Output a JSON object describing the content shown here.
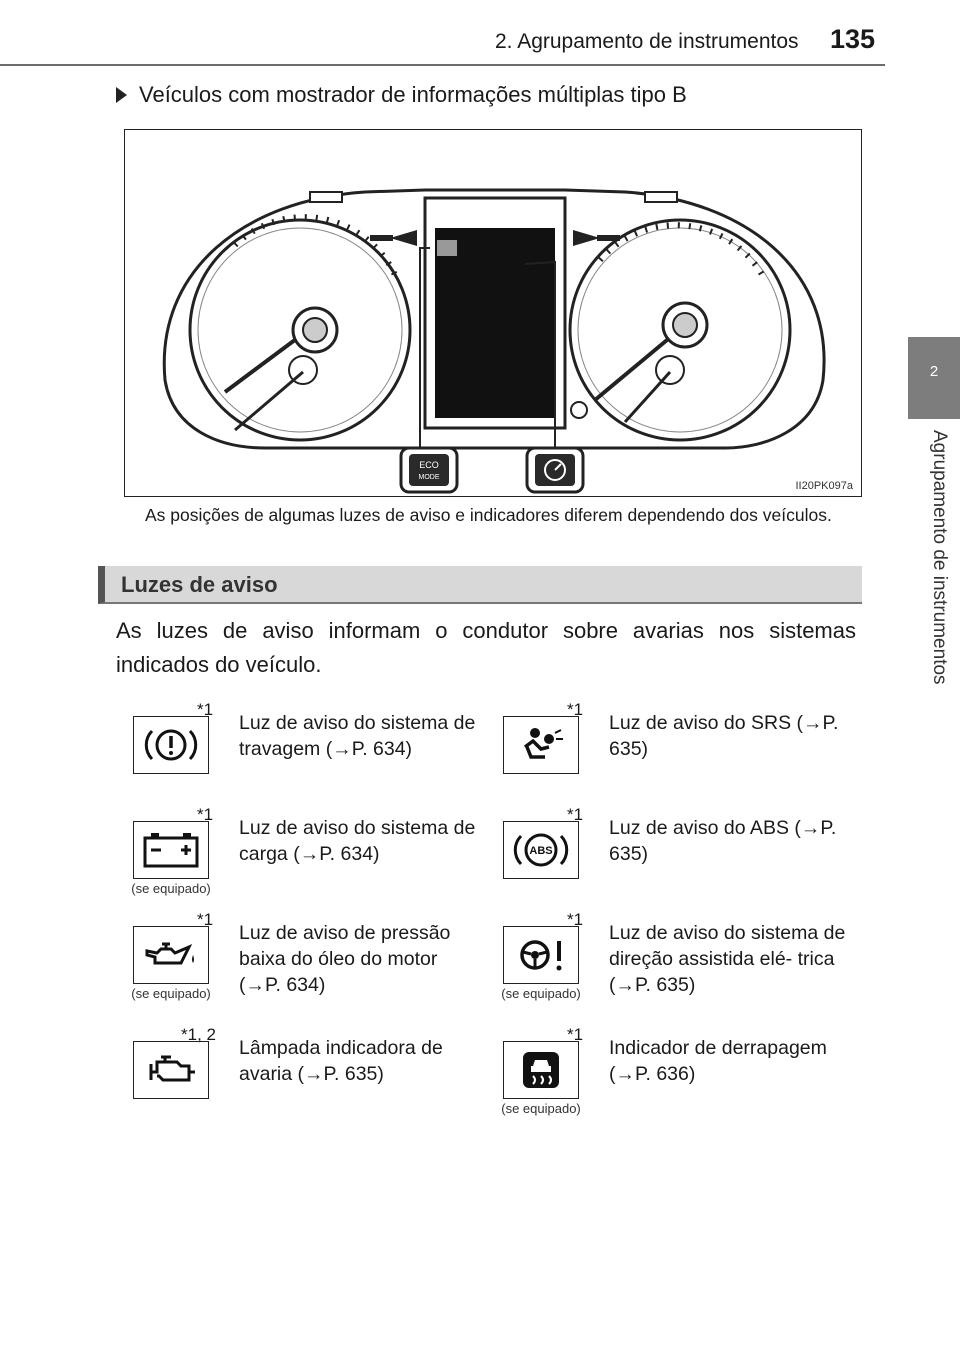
{
  "header": {
    "title": "2. Agrupamento de instrumentos",
    "page_number": "135"
  },
  "side_tab": {
    "number": "2",
    "label": "Agrupamento de instrumentos"
  },
  "section": {
    "heading": "Veículos com mostrador de informações múltiplas tipo B"
  },
  "figure": {
    "code": "II20PK097a",
    "button_left": "ECO MODE",
    "caption": "As posições de algumas luzes de aviso e indicadores diferem dependendo dos veículos."
  },
  "banner": {
    "title": "Luzes de aviso"
  },
  "intro": "As luzes de aviso informam o condutor sobre avarias nos sistemas indicados do veículo.",
  "warnings": [
    {
      "icon": "brake-warning-icon",
      "note": "*1",
      "equipped": "",
      "text": "Luz de aviso do sistema de travagem (→P. 634)"
    },
    {
      "icon": "srs-airbag-icon",
      "note": "*1",
      "equipped": "",
      "text": "Luz de aviso do SRS (→P. 635)"
    },
    {
      "icon": "battery-icon",
      "note": "*1",
      "equipped": "(se equipado)",
      "text": "Luz de aviso do sistema de carga (→P. 634)"
    },
    {
      "icon": "abs-icon",
      "note": "*1",
      "equipped": "",
      "text": "Luz de aviso do ABS (→P. 635)"
    },
    {
      "icon": "oil-pressure-icon",
      "note": "*1",
      "equipped": "(se equipado)",
      "text": "Luz de aviso de pressão baixa do óleo do motor (→P. 634)"
    },
    {
      "icon": "power-steering-icon",
      "note": "*1",
      "equipped": "(se equipado)",
      "text": "Luz de aviso do sistema de direção assistida elé- trica (→P. 635)"
    },
    {
      "icon": "engine-check-icon",
      "note": "*1, 2",
      "equipped": "",
      "text": "Lâmpada indicadora de avaria (→P. 635)"
    },
    {
      "icon": "slip-indicator-icon",
      "note": "*1",
      "equipped": "(se equipado)",
      "text": "Indicador de derrapagem (→P. 636)"
    }
  ]
}
